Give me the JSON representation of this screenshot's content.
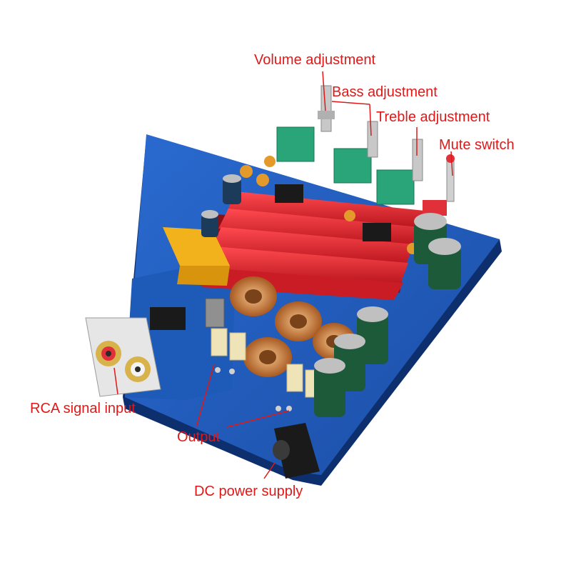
{
  "labels": {
    "volume": "Volume adjustment",
    "bass": "Bass adjustment",
    "treble": "Treble adjustment",
    "mute": "Mute switch",
    "rca": "RCA signal input",
    "output": "Output",
    "dc": "DC power supply"
  },
  "colors": {
    "label": "#e01818",
    "pcb": "#1f57b8",
    "heatsink": "#e0242c",
    "pot": "#2aa57a",
    "relay": "#f2b21c",
    "rca_gold": "#d8b24a",
    "rca_red": "#e0303a",
    "coil": "#c77a3a",
    "capacitor": "#1c5a3a",
    "dc_jack": "#1a1a1a"
  },
  "icons": [
    "amplifier-board-image"
  ]
}
